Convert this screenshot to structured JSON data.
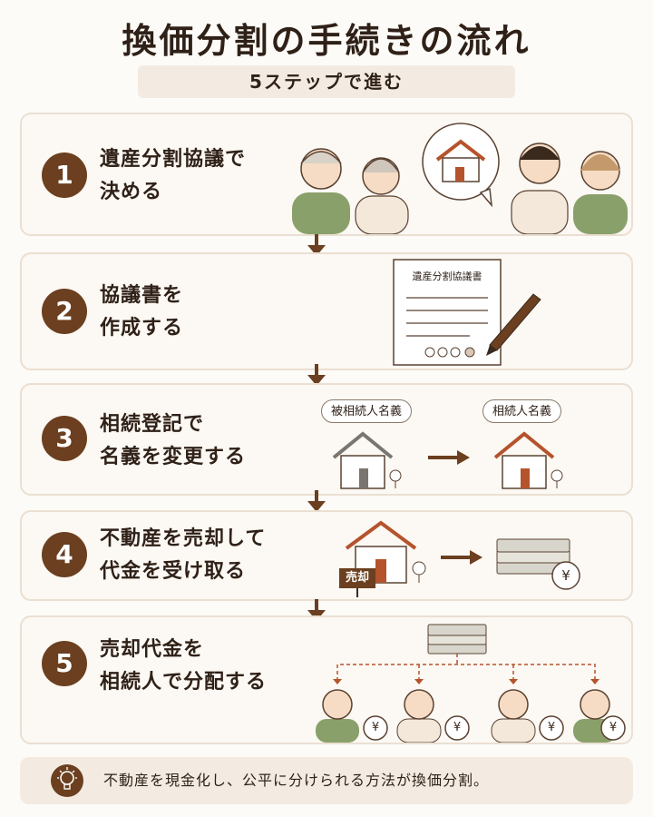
{
  "title": "換価分割の手続きの流れ",
  "subtitle": "5ステップで進む",
  "steps": [
    {
      "number": "1",
      "line1": "遺産分割協議で",
      "line2": "決める"
    },
    {
      "number": "2",
      "line1": "協議書を",
      "line2": "作成する"
    },
    {
      "number": "3",
      "line1": "相続登記で",
      "line2": "名義を変更する"
    },
    {
      "number": "4",
      "line1": "不動産を売却して",
      "line2": "代金を受け取る"
    },
    {
      "number": "5",
      "line1": "売却代金を",
      "line2": "相続人で分配する"
    }
  ],
  "document_title": "遺産分割協議書",
  "tags": {
    "before": "被相続人名義",
    "after": "相続人名義"
  },
  "sale_sign": "売却",
  "yen": "¥",
  "tip": "不動産を現金化し、公平に分けられる方法が換価分割。",
  "icons": [
    "house-icon",
    "document-icon",
    "pen-icon",
    "arrow-icon",
    "money-icon",
    "lightbulb-icon",
    "person-icon"
  ],
  "colors": {
    "accent": "#6b3f1f",
    "card": "#fcf8f3",
    "border": "#eadfd2",
    "green": "#8aa06a"
  }
}
